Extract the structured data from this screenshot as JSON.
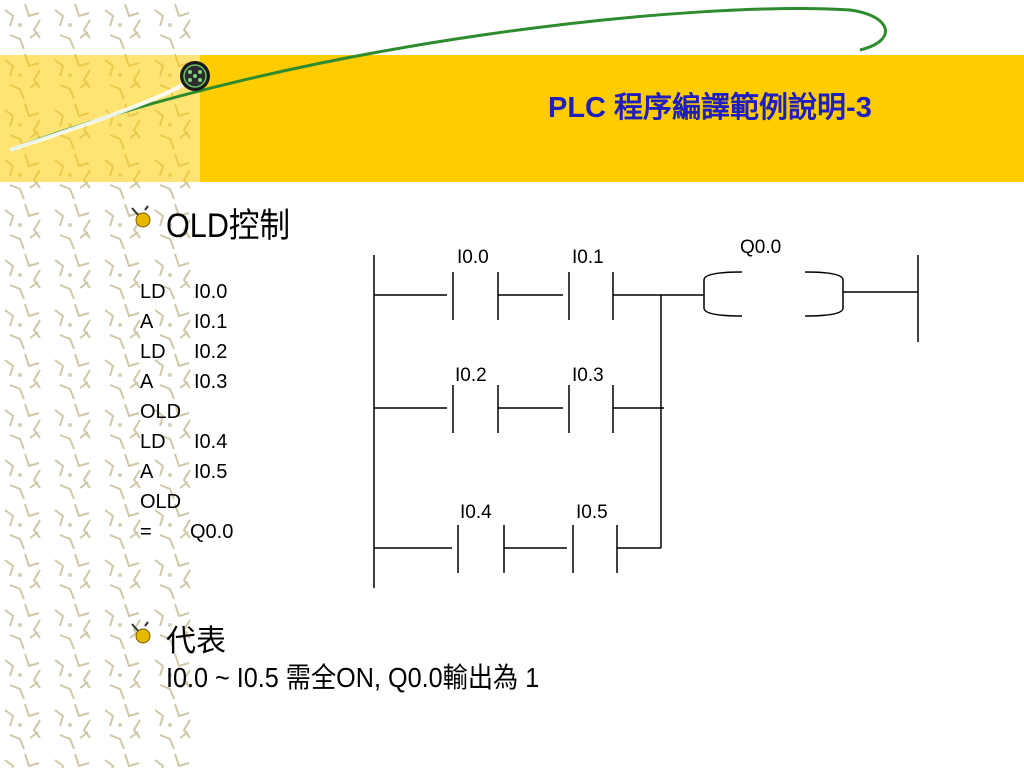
{
  "slide": {
    "title": "PLC 程序編譯範例說明-3"
  },
  "section1": {
    "heading": "OLD控制",
    "instructions": [
      {
        "op": "LD",
        "operand": "I0.0"
      },
      {
        "op": "A",
        "operand": "I0.1"
      },
      {
        "op": "LD",
        "operand": "I0.2"
      },
      {
        "op": "A",
        "operand": "I0.3"
      },
      {
        "op": "OLD",
        "operand": ""
      },
      {
        "op": "LD",
        "operand": "I0.4"
      },
      {
        "op": "A",
        "operand": "I0.5"
      },
      {
        "op": "OLD",
        "operand": ""
      },
      {
        "op": "=",
        "operand": "Q0.0"
      }
    ]
  },
  "ladder": {
    "rungs": [
      {
        "contacts": [
          "I0.0",
          "I0.1"
        ]
      },
      {
        "contacts": [
          "I0.2",
          "I0.3"
        ]
      },
      {
        "contacts": [
          "I0.4",
          "I0.5"
        ]
      }
    ],
    "coil": "Q0.0"
  },
  "section2": {
    "heading": "代表",
    "text": "I0.0 ~ I0.5 需全ON, Q0.0輸出為 1"
  },
  "colors": {
    "header_band": "#FFCC00",
    "title": "#1F1FBF",
    "swoosh": "#2E8B2E",
    "pattern": "#C8C0A0"
  },
  "icons": {
    "bullet": "lightbulb-bullet-icon",
    "header": "circuit-node-icon"
  }
}
